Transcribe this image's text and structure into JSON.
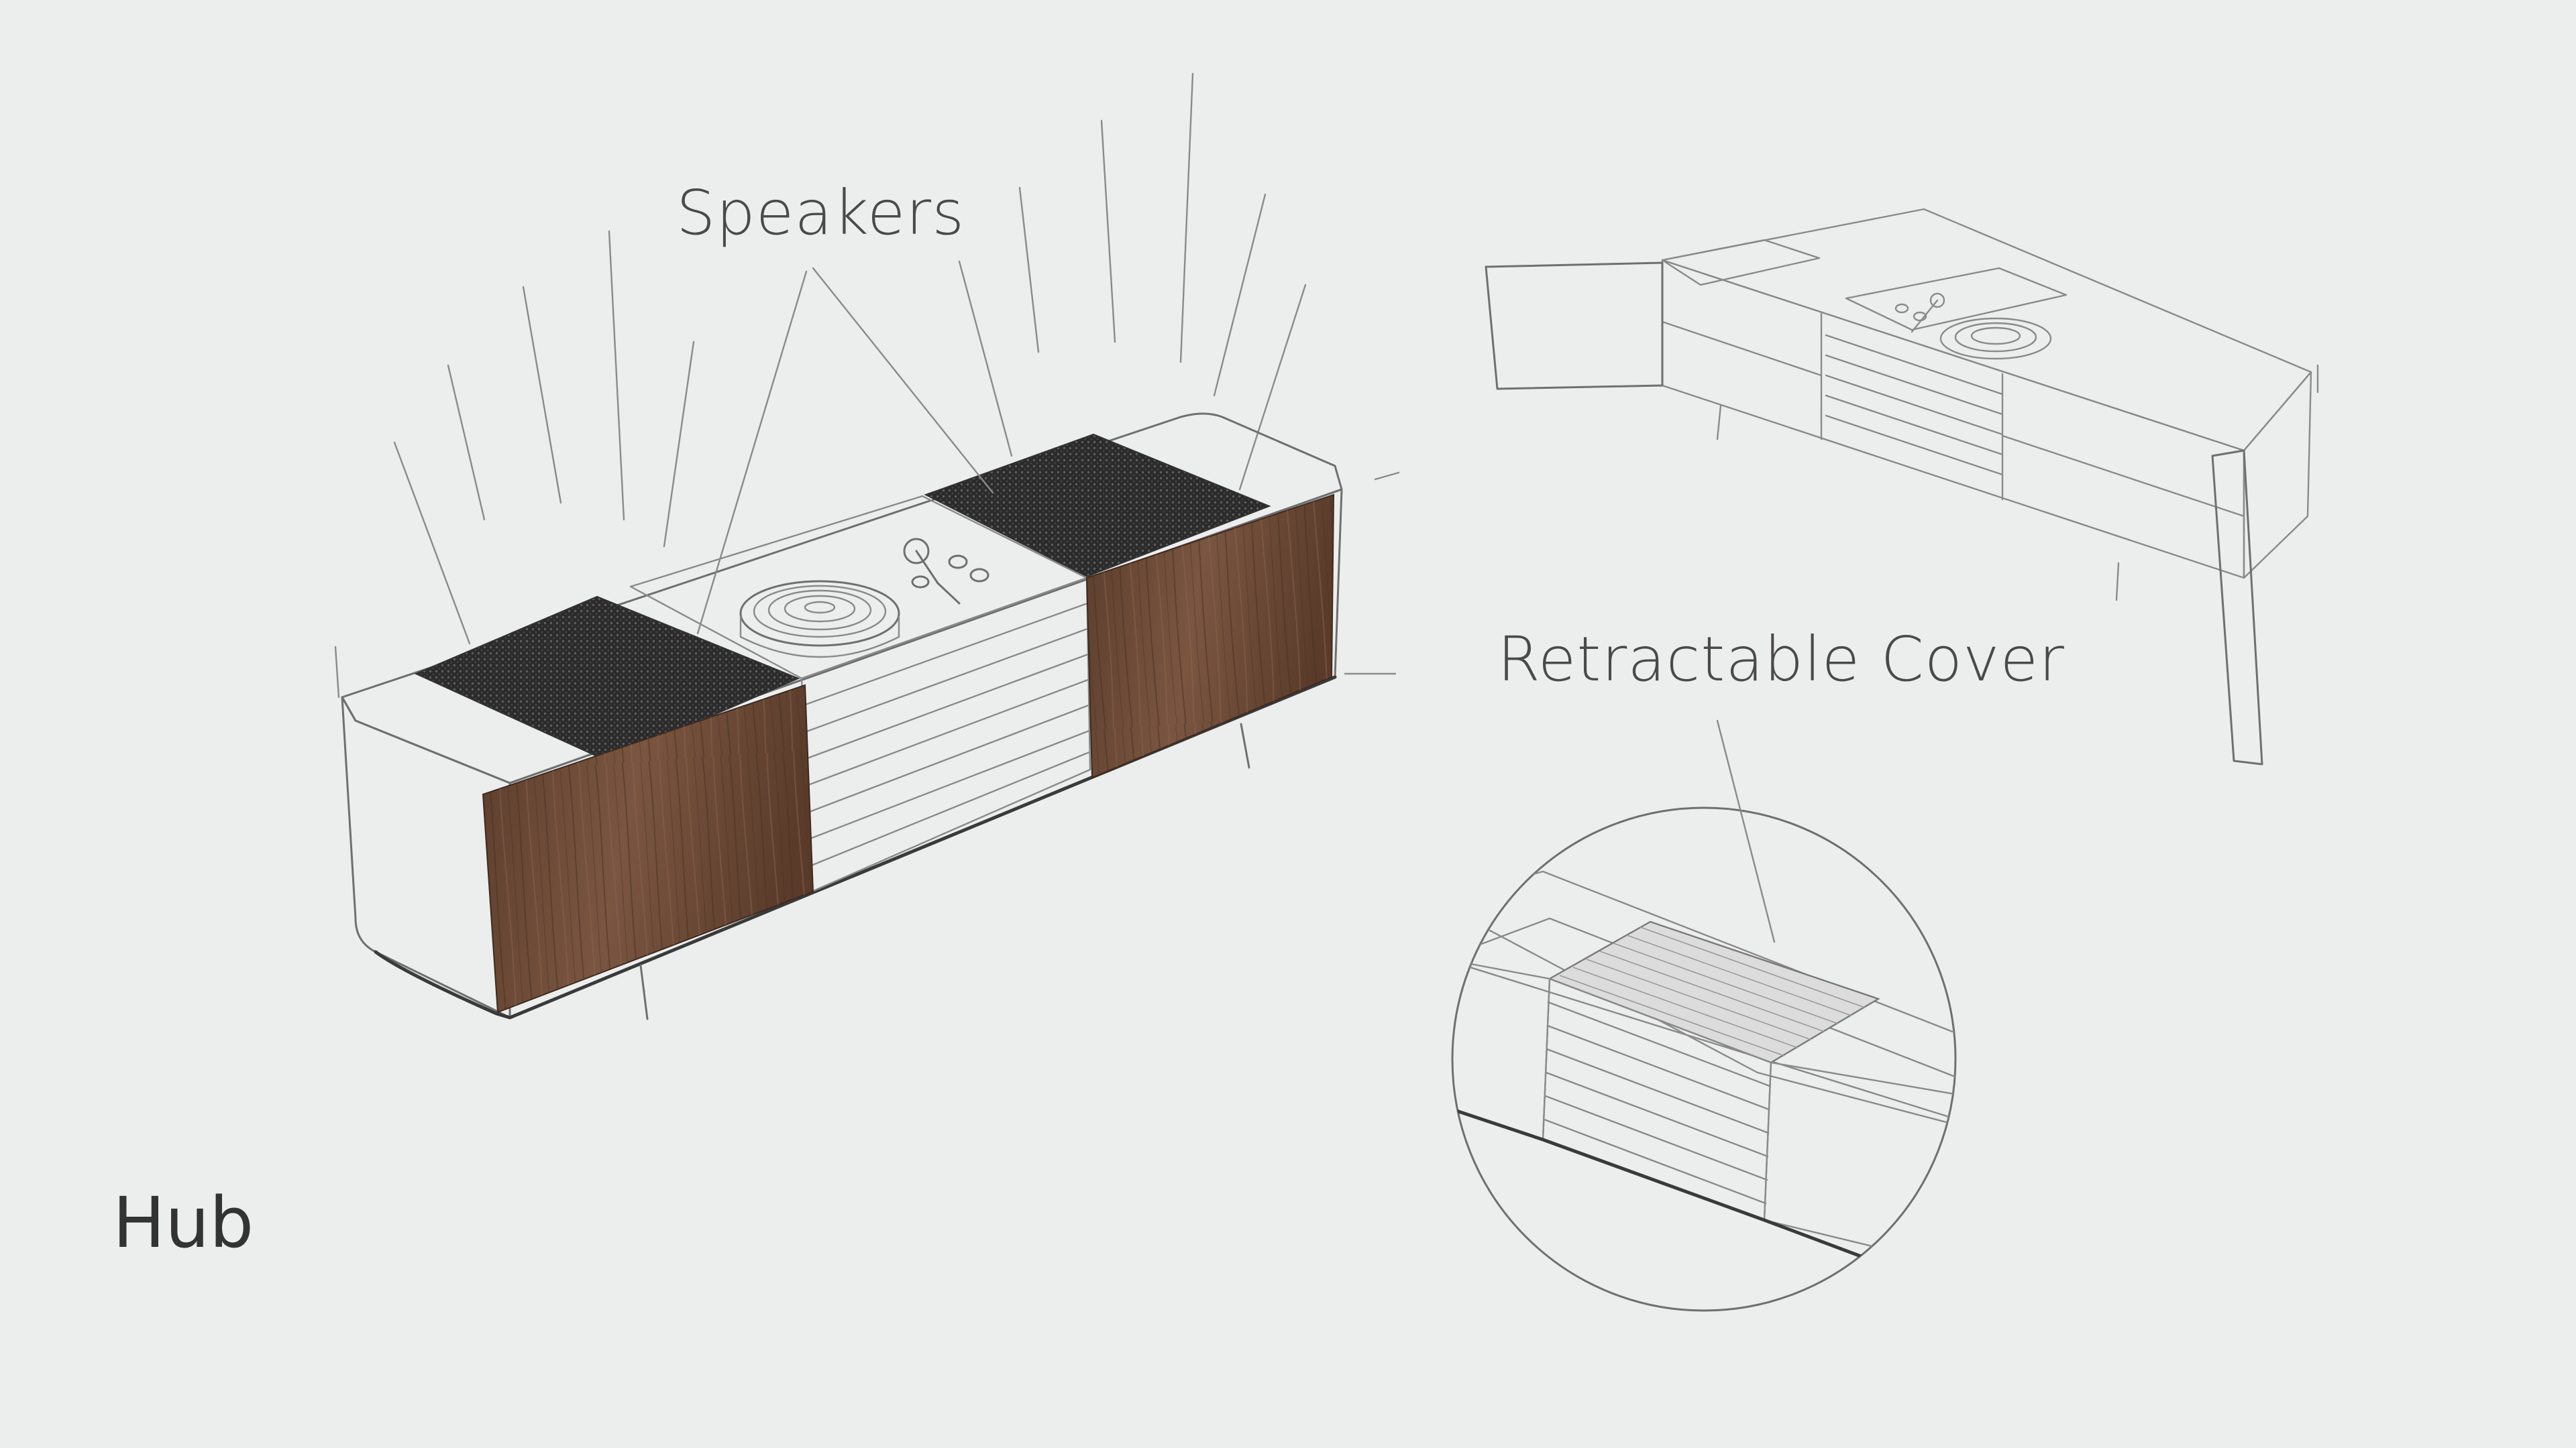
{
  "labels": {
    "speakers": "Speakers",
    "retractable_cover": "Retractable Cover",
    "hub": "Hub"
  },
  "colors": {
    "background": "#eceeed",
    "walnut": "#6b4a37",
    "fabric": "#2e2e2e",
    "line": "#6f6f6f"
  }
}
